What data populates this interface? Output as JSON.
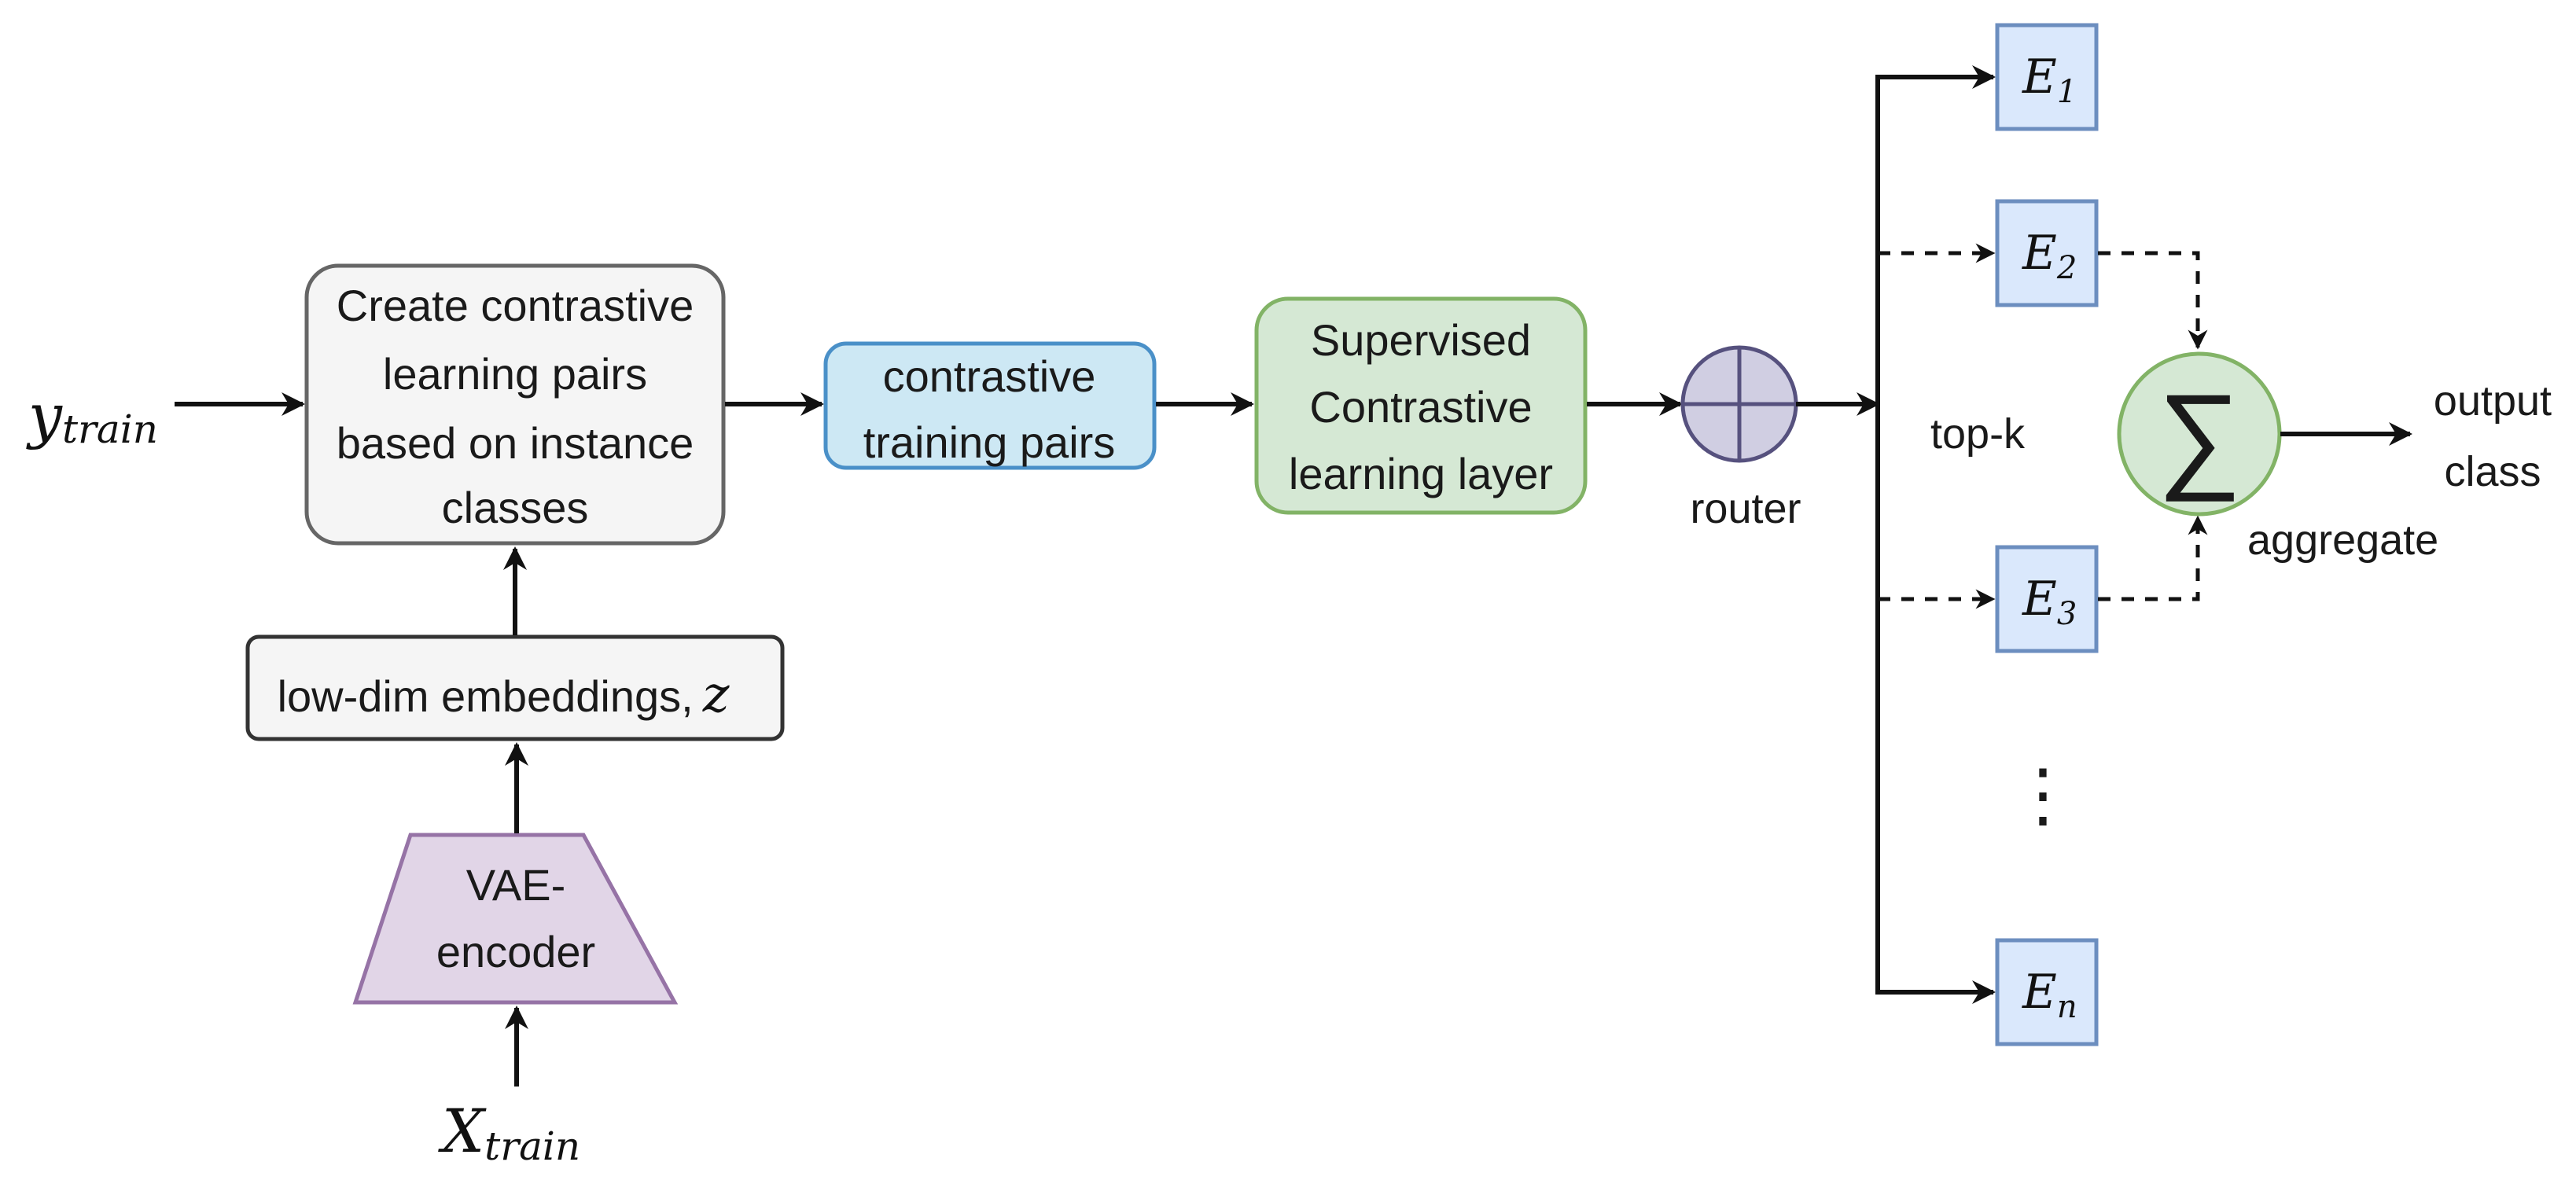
{
  "inputs": {
    "y_label": "y",
    "y_sub": "train",
    "x_label": "X",
    "x_sub": "train"
  },
  "boxes": {
    "create_pairs": [
      "Create contrastive",
      "learning pairs",
      "based on instance",
      "classes"
    ],
    "embeddings": "low-dim embeddings,",
    "embeddings_var": "z",
    "vae": [
      "VAE-",
      "encoder"
    ],
    "pairs": [
      "contrastive",
      "training  pairs"
    ],
    "supcon": [
      "Supervised",
      "Contrastive",
      "learning layer"
    ]
  },
  "router": {
    "label": "router"
  },
  "routing": {
    "topk": "top-k",
    "ellipsis": "⋮"
  },
  "experts": [
    {
      "letter": "E",
      "sub": "1"
    },
    {
      "letter": "E",
      "sub": "2"
    },
    {
      "letter": "E",
      "sub": "3"
    },
    {
      "letter": "E",
      "sub": "n"
    }
  ],
  "aggregate": {
    "symbol": "∑",
    "label": "aggregate"
  },
  "output": {
    "line1": "output",
    "line2": "class"
  },
  "colors": {
    "create_fill": "#f5f5f5",
    "create_stroke": "#666666",
    "emb_fill": "#f5f5f5",
    "emb_stroke": "#333333",
    "vae_fill": "#e1d5e7",
    "vae_stroke": "#9673a6",
    "pairs_fill": "#cde8f4",
    "pairs_stroke": "#4a90c8",
    "supcon_fill": "#d5e8d4",
    "supcon_stroke": "#82b366",
    "router_fill": "#d0cee2",
    "router_stroke": "#56517e",
    "expert_fill": "#dae8fc",
    "expert_stroke": "#6c8ebf",
    "sum_fill": "#d5e8d4",
    "sum_stroke": "#82b366"
  }
}
